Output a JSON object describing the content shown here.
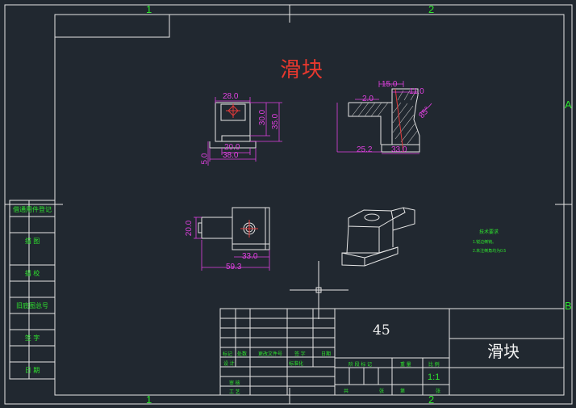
{
  "drawing": {
    "title_red": "滑块",
    "title_block_name": "滑块",
    "material": "45",
    "scale": "1:1"
  },
  "grid": {
    "col1": "1",
    "col2": "2",
    "rowA": "A",
    "rowB": "B"
  },
  "dimensions": {
    "front_top": "28.0",
    "front_h1": "30.0",
    "front_h2": "35.0",
    "front_b1": "20.0",
    "front_b2": "38.0",
    "front_left": "5.0",
    "side_top1": "15.0",
    "side_top2": "2.0",
    "side_top3": "11.0",
    "side_angle": "85°",
    "side_b1": "25.2",
    "side_b2": "33.0",
    "plan_left": "20.0",
    "plan_b1": "33.0",
    "plan_b2": "59.3"
  },
  "side_strip": [
    "借通用件登记",
    "描  图",
    "描  校",
    "旧底图总号",
    "签  字",
    "日  期"
  ],
  "notes": {
    "title": "技术要求",
    "line1": "1.锐边倒钝。",
    "line2": "2.未注倒角均为0.5"
  },
  "title_block_cells": {
    "mark": "标记",
    "count": "处数",
    "doc": "更改文件号",
    "sign": "签 字",
    "date": "日期",
    "design": "设 计",
    "std": "标准化",
    "check": "审 核",
    "craft": "工 艺",
    "stage": "阶 段 标 记",
    "weight": "重 量",
    "ratio": "比 例",
    "total": "共",
    "sheet": "张",
    "page": "第",
    "page2": "张"
  }
}
